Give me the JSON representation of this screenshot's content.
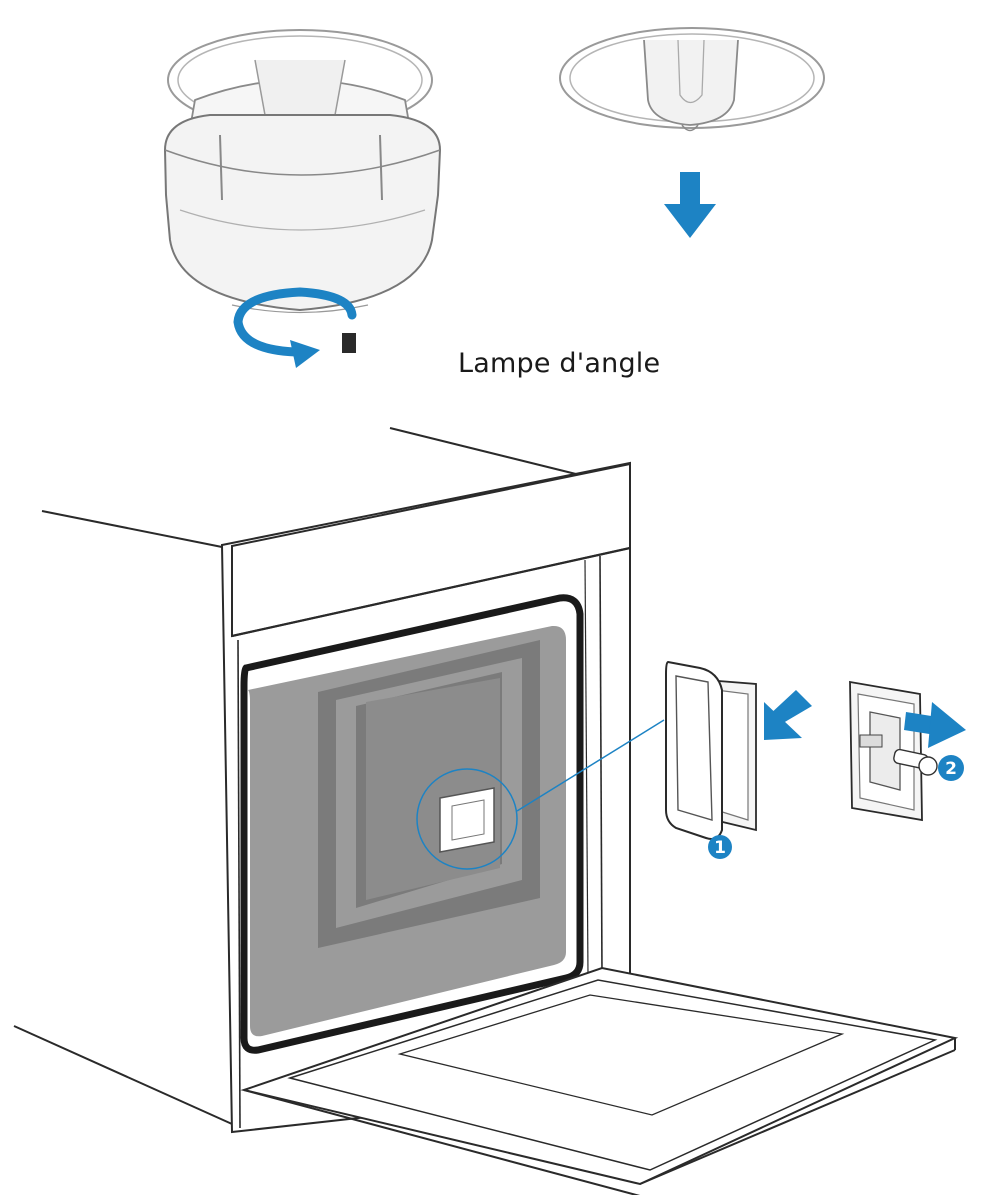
{
  "figure": {
    "caption": "Lampe d'angle",
    "steps": [
      {
        "number": "1"
      },
      {
        "number": "2"
      }
    ]
  },
  "colors": {
    "accent": "#1d83c4",
    "line": "#2a2a2a",
    "glass_fill": "#f4f4f4",
    "oven_window": "#9b9b9b",
    "oven_window_inner": "#7b7b7b"
  },
  "icons": [
    "rotate-arrow-icon",
    "down-arrow-icon",
    "remove-arrow-icon",
    "pull-out-arrow-icon",
    "magnifier-circle-icon"
  ]
}
